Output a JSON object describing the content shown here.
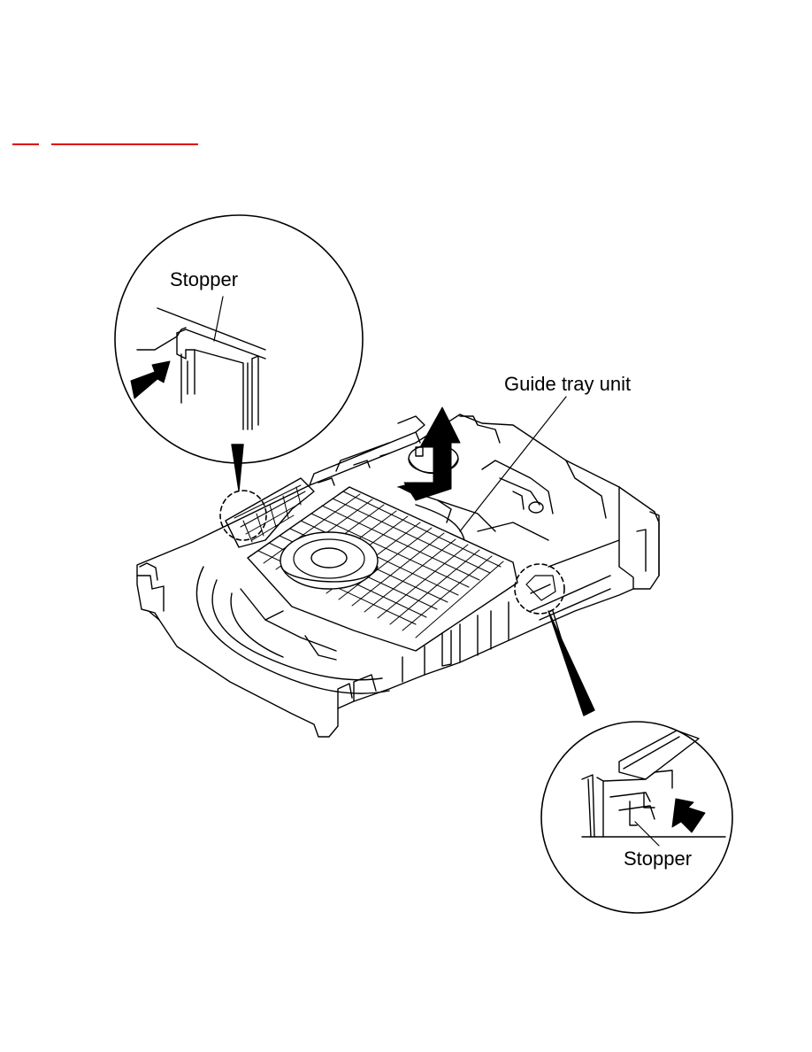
{
  "nav": {
    "links": [
      {
        "text": ""
      },
      {
        "text": ""
      },
      {
        "text": ""
      }
    ],
    "link_color": "#e00000"
  },
  "diagram": {
    "labels": {
      "stopper_top": "Stopper",
      "guide_tray_unit": "Guide tray unit",
      "stopper_bottom": "Stopper"
    }
  }
}
